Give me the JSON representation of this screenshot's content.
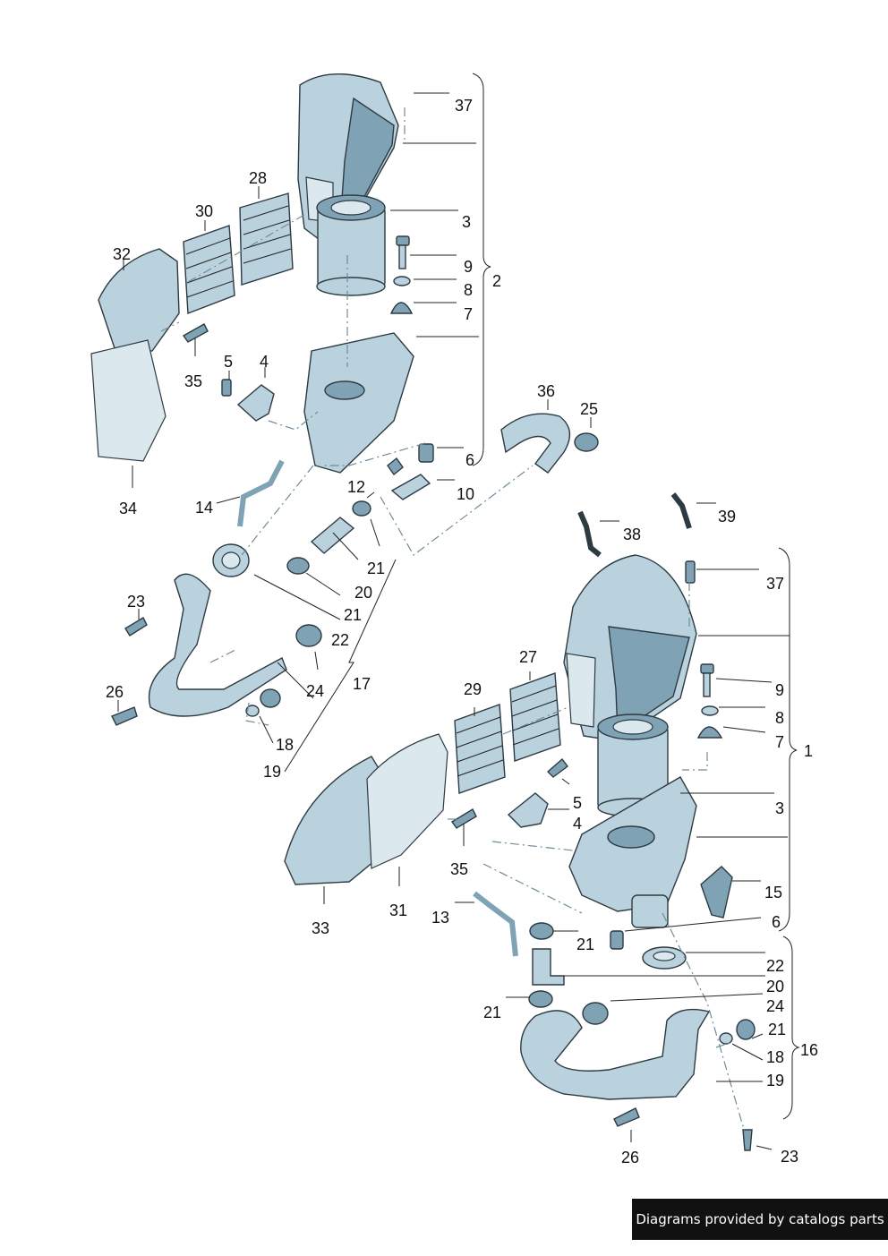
{
  "footer": {
    "credit": "Diagrams provided by catalogs parts"
  },
  "colors": {
    "part_fill": "#b9d2de",
    "part_shade": "#7fa3b5",
    "outline": "#2d3a42",
    "footer_bg": "#111111"
  },
  "callouts": {
    "a37": "37",
    "a3": "3",
    "a9": "9",
    "a2": "2",
    "a8": "8",
    "a7": "7",
    "a28": "28",
    "a30": "30",
    "a32": "32",
    "a35": "35",
    "a5": "5",
    "a4": "4",
    "a34": "34",
    "a36": "36",
    "a25": "25",
    "a6": "6",
    "a12": "12",
    "a10": "10",
    "a14": "14",
    "a21a": "21",
    "a20": "20",
    "a21b": "21",
    "a23": "23",
    "a22": "22",
    "a26": "26",
    "a24": "24",
    "a17": "17",
    "a18": "18",
    "a19": "19",
    "b38": "38",
    "b39": "39",
    "b37": "37",
    "b9": "9",
    "b8": "8",
    "b7": "7",
    "b1": "1",
    "b27": "27",
    "b29": "29",
    "b5": "5",
    "b4": "4",
    "b3": "3",
    "b35": "35",
    "b15": "15",
    "b33": "33",
    "b31": "31",
    "b13": "13",
    "b6": "6",
    "b21a": "21",
    "b22": "22",
    "b20": "20",
    "b24": "24",
    "b21b": "21",
    "b21c": "21",
    "b16": "16",
    "b18": "18",
    "b19": "19",
    "b26": "26",
    "b23": "23"
  }
}
